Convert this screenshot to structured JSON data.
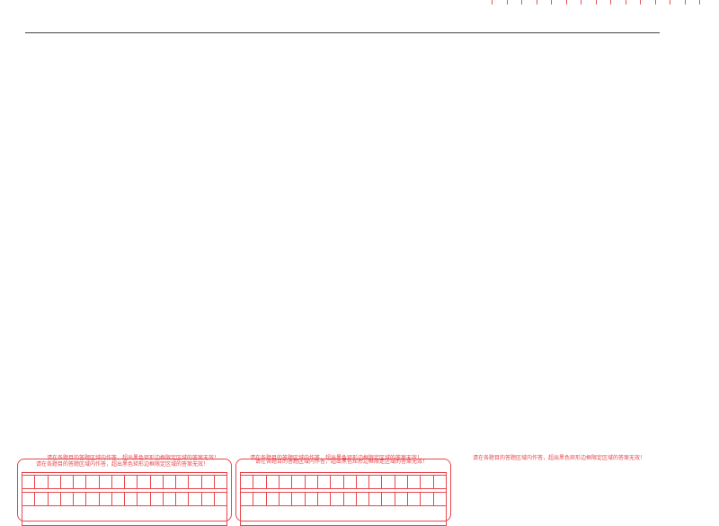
{
  "instructions": {
    "left_upper": "请在各题目的答题区域内作答，超出黑色矩形边框限定区域的答案无效！",
    "left_lower": "请在各题目的答题区域内作答，超出黑色矩形边框限定区域的答案无效！",
    "middle_upper": "请在各题目的答题区域内作答，超出黑色矩形边框限定区域的答案无效！",
    "middle_lower": "请在各题目的答题区域内作答，超出黑色矩形边框限定区域的答案无效！",
    "right": "请在各题目的答题区域内作答，超出黑色矩形边框限定区域的答案无效！"
  },
  "colors": {
    "accent": "#e8464c",
    "rule": "#444444"
  }
}
